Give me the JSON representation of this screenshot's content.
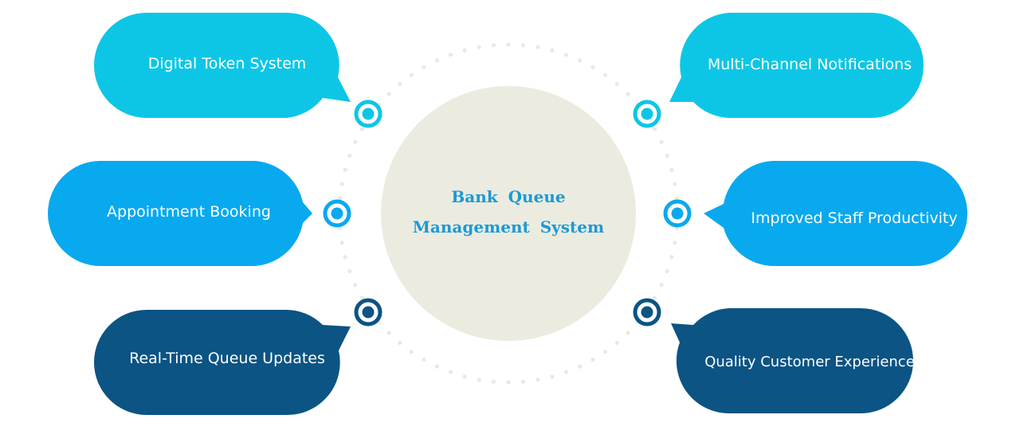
{
  "diagram": {
    "center": {
      "line1": "Bank Queue",
      "line2": "Management System",
      "fill": "#ecebdf",
      "text_color": "#1a9ad6"
    },
    "ring_dot_color": "#ebe9de",
    "nodes": [
      {
        "id": "digital-token-system",
        "label": "Digital Token System",
        "color": "#0dc6e6",
        "side": "left",
        "row": "top"
      },
      {
        "id": "appointment-booking",
        "label": "Appointment Booking",
        "color": "#08a9ef",
        "side": "left",
        "row": "middle"
      },
      {
        "id": "real-time-queue-updates",
        "label": "Real-Time Queue Updates",
        "color": "#0b5484",
        "side": "left",
        "row": "bottom"
      },
      {
        "id": "multi-channel-notifications",
        "label": "Multi-Channel Notifications",
        "color": "#0dc6e6",
        "side": "right",
        "row": "top"
      },
      {
        "id": "improved-staff-productivity",
        "label": "Improved Staff Productivity",
        "color": "#08a9ef",
        "side": "right",
        "row": "middle"
      },
      {
        "id": "quality-customer-experience",
        "label": "Quality Customer Experience",
        "color": "#0b5484",
        "side": "right",
        "row": "bottom"
      }
    ]
  }
}
